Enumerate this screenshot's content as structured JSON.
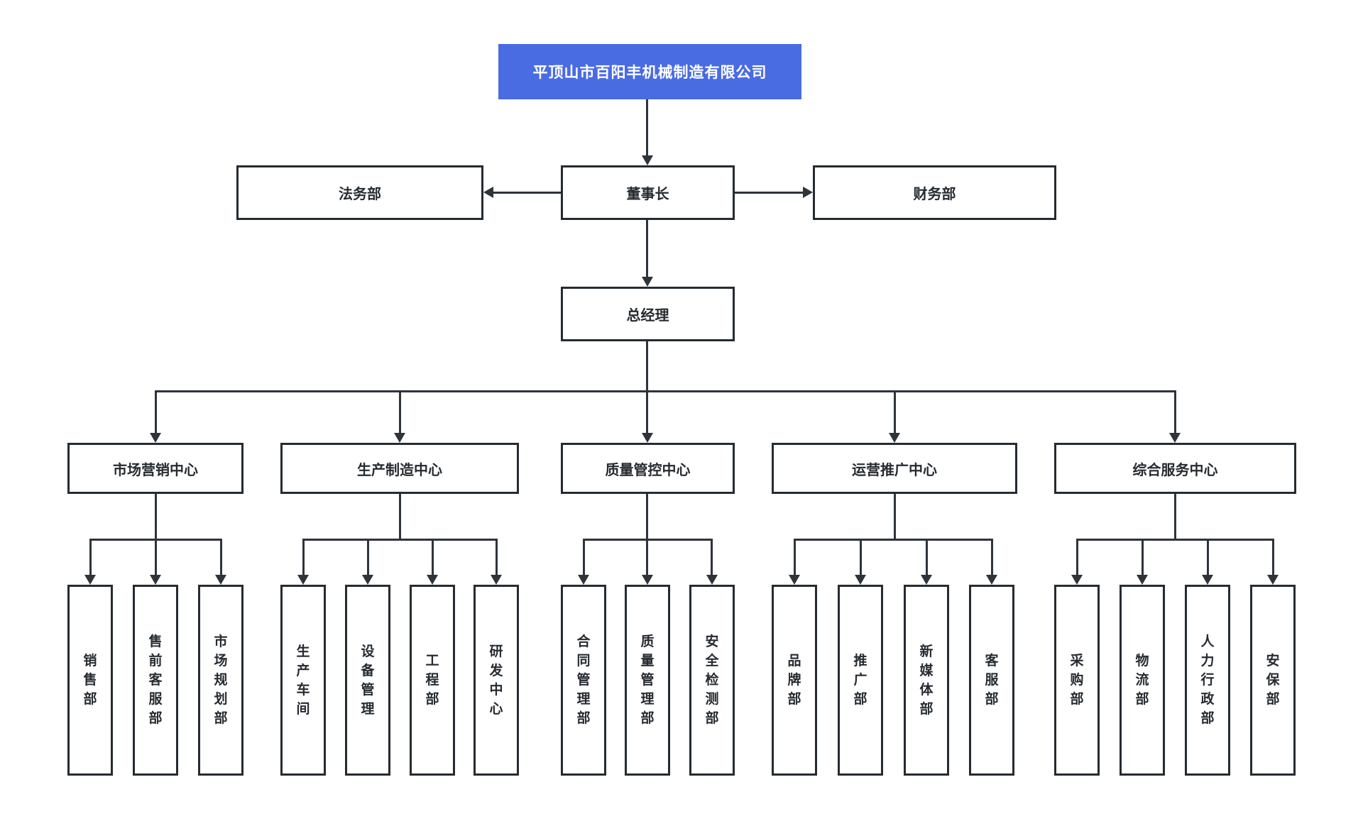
{
  "colors": {
    "accent_blue": "#4a6ce2",
    "line": "#2e343a",
    "node_border": "#252b31",
    "node_text": "#262b31",
    "root_text": "#ffffff"
  },
  "root": {
    "label": "平顶山市百阳丰机械制造有限公司"
  },
  "executive": {
    "chairman": "董事长",
    "legal": "法务部",
    "finance": "财务部",
    "general_manager": "总经理"
  },
  "centers": [
    {
      "label": "市场营销中心",
      "children": [
        "销售部",
        "售前客服部",
        "市场规划部"
      ]
    },
    {
      "label": "生产制造中心",
      "children": [
        "生产车间",
        "设备管理",
        "工程部",
        "研发中心"
      ]
    },
    {
      "label": "质量管控中心",
      "children": [
        "合同管理部",
        "质量管理部",
        "安全检测部"
      ]
    },
    {
      "label": "运营推广中心",
      "children": [
        "品牌部",
        "推广部",
        "新媒体部",
        "客服部"
      ]
    },
    {
      "label": "综合服务中心",
      "children": [
        "采购部",
        "物流部",
        "人力行政部",
        "安保部"
      ]
    }
  ]
}
